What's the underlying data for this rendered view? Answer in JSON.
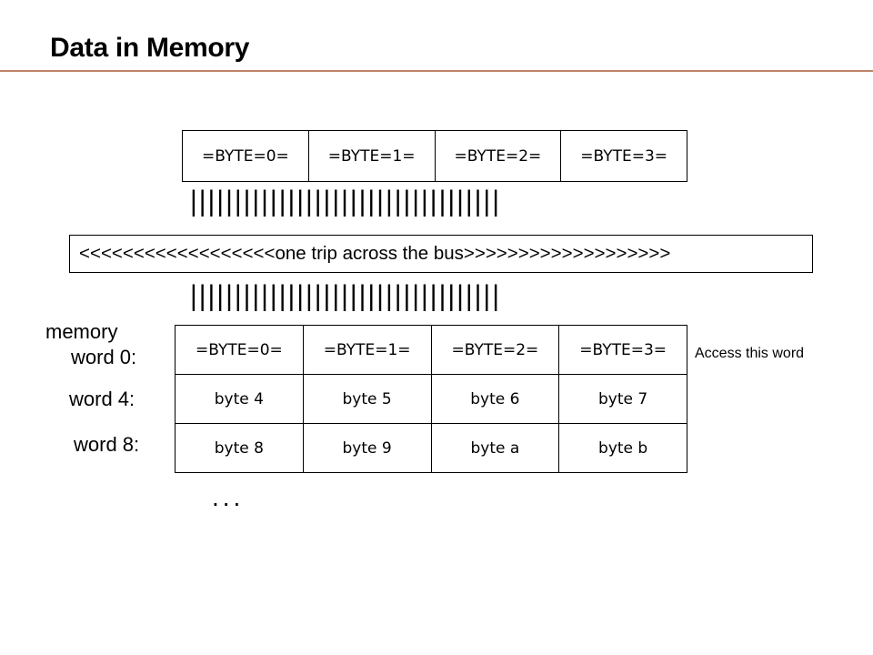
{
  "title": "Data in Memory",
  "top_bytes": [
    "=BYTE=0=",
    "=BYTE=1=",
    "=BYTE=2=",
    "=BYTE=3="
  ],
  "pipes": "|||||||||||||||||||||||||||||||||||",
  "bus_text": "<<<<<<<<<<<<<<<<<<one trip across the bus>>>>>>>>>>>>>>>>>>>",
  "memory_label": "memory",
  "rows": [
    {
      "label": "word  0:",
      "cells": [
        "=BYTE=0=",
        "=BYTE=1=",
        "=BYTE=2=",
        "=BYTE=3="
      ]
    },
    {
      "label": "word  4:",
      "cells": [
        "byte 4",
        "byte 5",
        "byte 6",
        "byte 7"
      ]
    },
    {
      "label": "word  8:",
      "cells": [
        "byte 8",
        "byte 9",
        "byte a",
        "byte b"
      ]
    }
  ],
  "ellipsis": "...",
  "access_note": "Access this word"
}
